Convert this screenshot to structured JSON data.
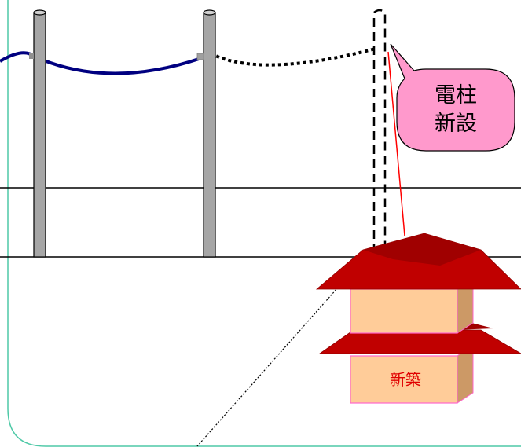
{
  "callout": {
    "line1": "電柱",
    "line2": "新設"
  },
  "house": {
    "label": "新築"
  },
  "colors": {
    "pole_fill": "#a6a6a6",
    "wire_existing": "#000080",
    "roof": "#c00000",
    "wall_front": "#ffcc99",
    "wall_side": "#cc9966",
    "callout_fill": "#ff99cc",
    "label_text": "#e00000",
    "service_wire": "#ff0000",
    "frame": "#4fc9a7"
  }
}
